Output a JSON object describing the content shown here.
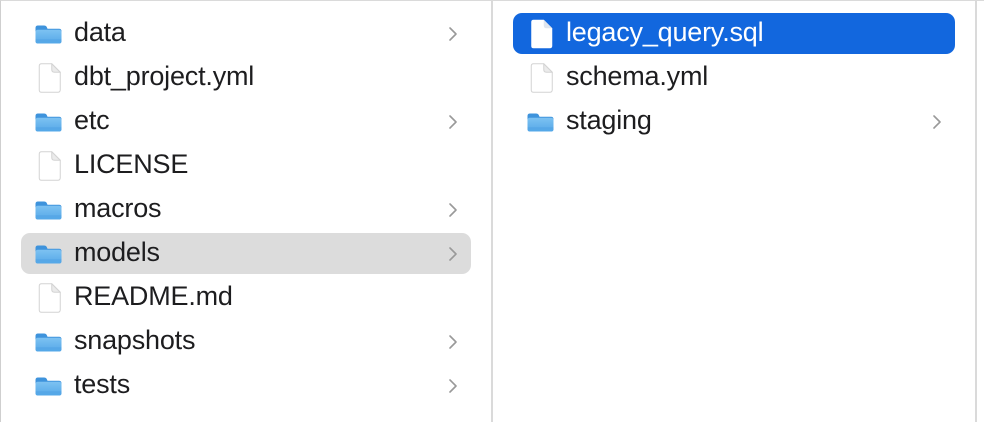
{
  "app": "finder-column-view",
  "columns": [
    {
      "name": "column-1",
      "items": [
        {
          "label": "data",
          "icon": "folder-icon",
          "chevron": true,
          "selected": "none"
        },
        {
          "label": "dbt_project.yml",
          "icon": "document-icon",
          "chevron": false,
          "selected": "none"
        },
        {
          "label": "etc",
          "icon": "folder-icon",
          "chevron": true,
          "selected": "none"
        },
        {
          "label": "LICENSE",
          "icon": "document-icon",
          "chevron": false,
          "selected": "none"
        },
        {
          "label": "macros",
          "icon": "folder-icon",
          "chevron": true,
          "selected": "none"
        },
        {
          "label": "models",
          "icon": "folder-icon",
          "chevron": true,
          "selected": "secondary"
        },
        {
          "label": "README.md",
          "icon": "document-icon",
          "chevron": false,
          "selected": "none"
        },
        {
          "label": "snapshots",
          "icon": "folder-icon",
          "chevron": true,
          "selected": "none"
        },
        {
          "label": "tests",
          "icon": "folder-icon",
          "chevron": true,
          "selected": "none"
        }
      ]
    },
    {
      "name": "column-2",
      "items": [
        {
          "label": "legacy_query.sql",
          "icon": "document-icon",
          "chevron": false,
          "selected": "primary"
        },
        {
          "label": "schema.yml",
          "icon": "document-icon",
          "chevron": false,
          "selected": "none"
        },
        {
          "label": "staging",
          "icon": "folder-icon",
          "chevron": true,
          "selected": "none"
        }
      ]
    }
  ],
  "icons": {
    "folder": "folder-icon",
    "document": "document-icon",
    "chevron": "chevron-right-icon"
  },
  "colors": {
    "selection_blue": "#1267de",
    "selection_gray": "#dcdcdc",
    "divider": "#dadada",
    "text": "#1d1d1f",
    "text_selected": "#ffffff",
    "chevron": "#999999",
    "folder_blue_dark": "#3e93dc",
    "folder_blue_light": "#7dc2f2",
    "folder_blue_mid": "#55a8e8",
    "document_border": "#d3d3d3",
    "document_fold": "#ebebeb",
    "background": "#ffffff"
  }
}
